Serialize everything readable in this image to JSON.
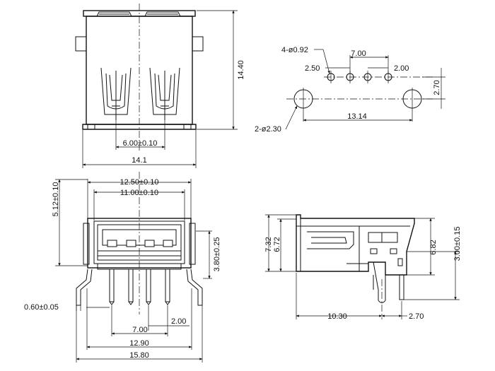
{
  "drawing": {
    "front_view": {
      "dim_height": "14.40",
      "dim_width": "14.1",
      "dim_center": "6.00±0.10"
    },
    "pcb_layout": {
      "small_holes": "4-ø0.92",
      "pitch_total": "7.00",
      "pitch_left": "2.50",
      "pitch_right": "2.00",
      "row_offset": "2.70",
      "large_holes": "2-ø2.30",
      "large_span": "13.14"
    },
    "bottom_view": {
      "outer_width": "12.50±0.10",
      "inner_width": "11.00±0.10",
      "top_height": "5.12±0.10",
      "pin_height": "3.80±0.25",
      "pin_thickness": "0.60±0.05",
      "pin_pitch": "2.00",
      "pin_span": "7.00",
      "leg_span": "12.90",
      "total_width": "15.80"
    },
    "side_view": {
      "height_total": "7.32",
      "height_body": "6.72",
      "height_right": "6.82",
      "pin_offset": "3.00±0.15",
      "length": "10.30",
      "pin_distance": "2.70"
    }
  }
}
